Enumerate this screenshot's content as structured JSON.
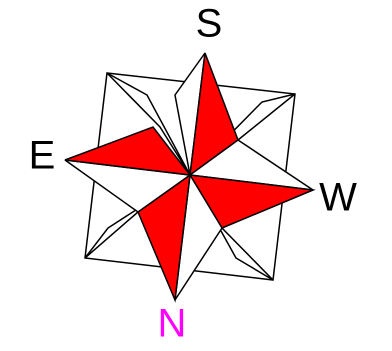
{
  "labels": {
    "south": "S",
    "north": "N",
    "east": "E",
    "west": "W"
  },
  "colors": {
    "red": "#ff0000",
    "black": "#000000",
    "white": "#ffffff",
    "north_label": "#ff00ff",
    "label": "#000000"
  }
}
